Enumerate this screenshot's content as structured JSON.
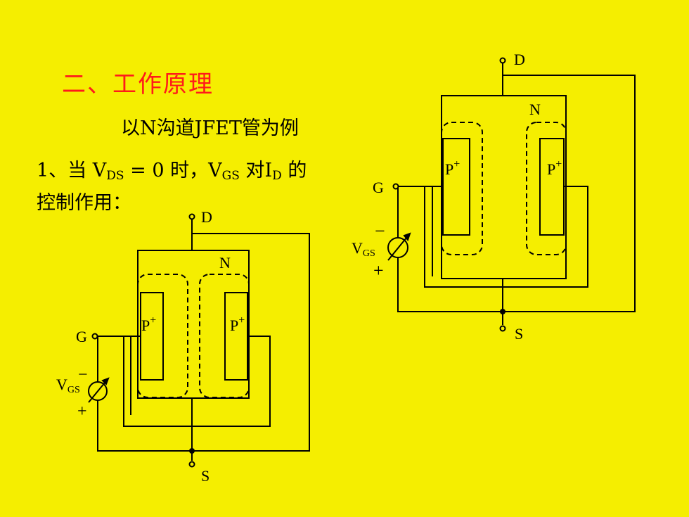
{
  "slide": {
    "title": "二、工作原理",
    "subtitle": "以N沟道JFET管为例",
    "point": {
      "num": "1、当 ",
      "vds_v": "V",
      "vds_sub": "DS",
      "eq": " = 0 时，",
      "vgs_v": "V",
      "vgs_sub": "GS",
      "dui": " 对",
      "id_i": "I",
      "id_sub": "D",
      "de": " 的"
    },
    "point_cont": "控制作用："
  },
  "diagrams": [
    {
      "drain_label": "D",
      "source_label": "S",
      "gate_label": "G",
      "channel_label": "N",
      "pleft_label": "P",
      "pleft_sup": "+",
      "pright_label": "P",
      "pright_sup": "+",
      "vgs_v": "V",
      "vgs_sub": "GS",
      "minus": "−",
      "plus": "+"
    },
    {
      "drain_label": "D",
      "source_label": "S",
      "gate_label": "G",
      "channel_label": "N",
      "pleft_label": "P",
      "pleft_sup": "+",
      "pright_label": "P",
      "pright_sup": "+",
      "vgs_v": "V",
      "vgs_sub": "GS",
      "minus": "−",
      "plus": "+"
    }
  ],
  "colors": {
    "background": "#f5ee00",
    "title": "#ff1a1a",
    "ink": "#000000"
  }
}
